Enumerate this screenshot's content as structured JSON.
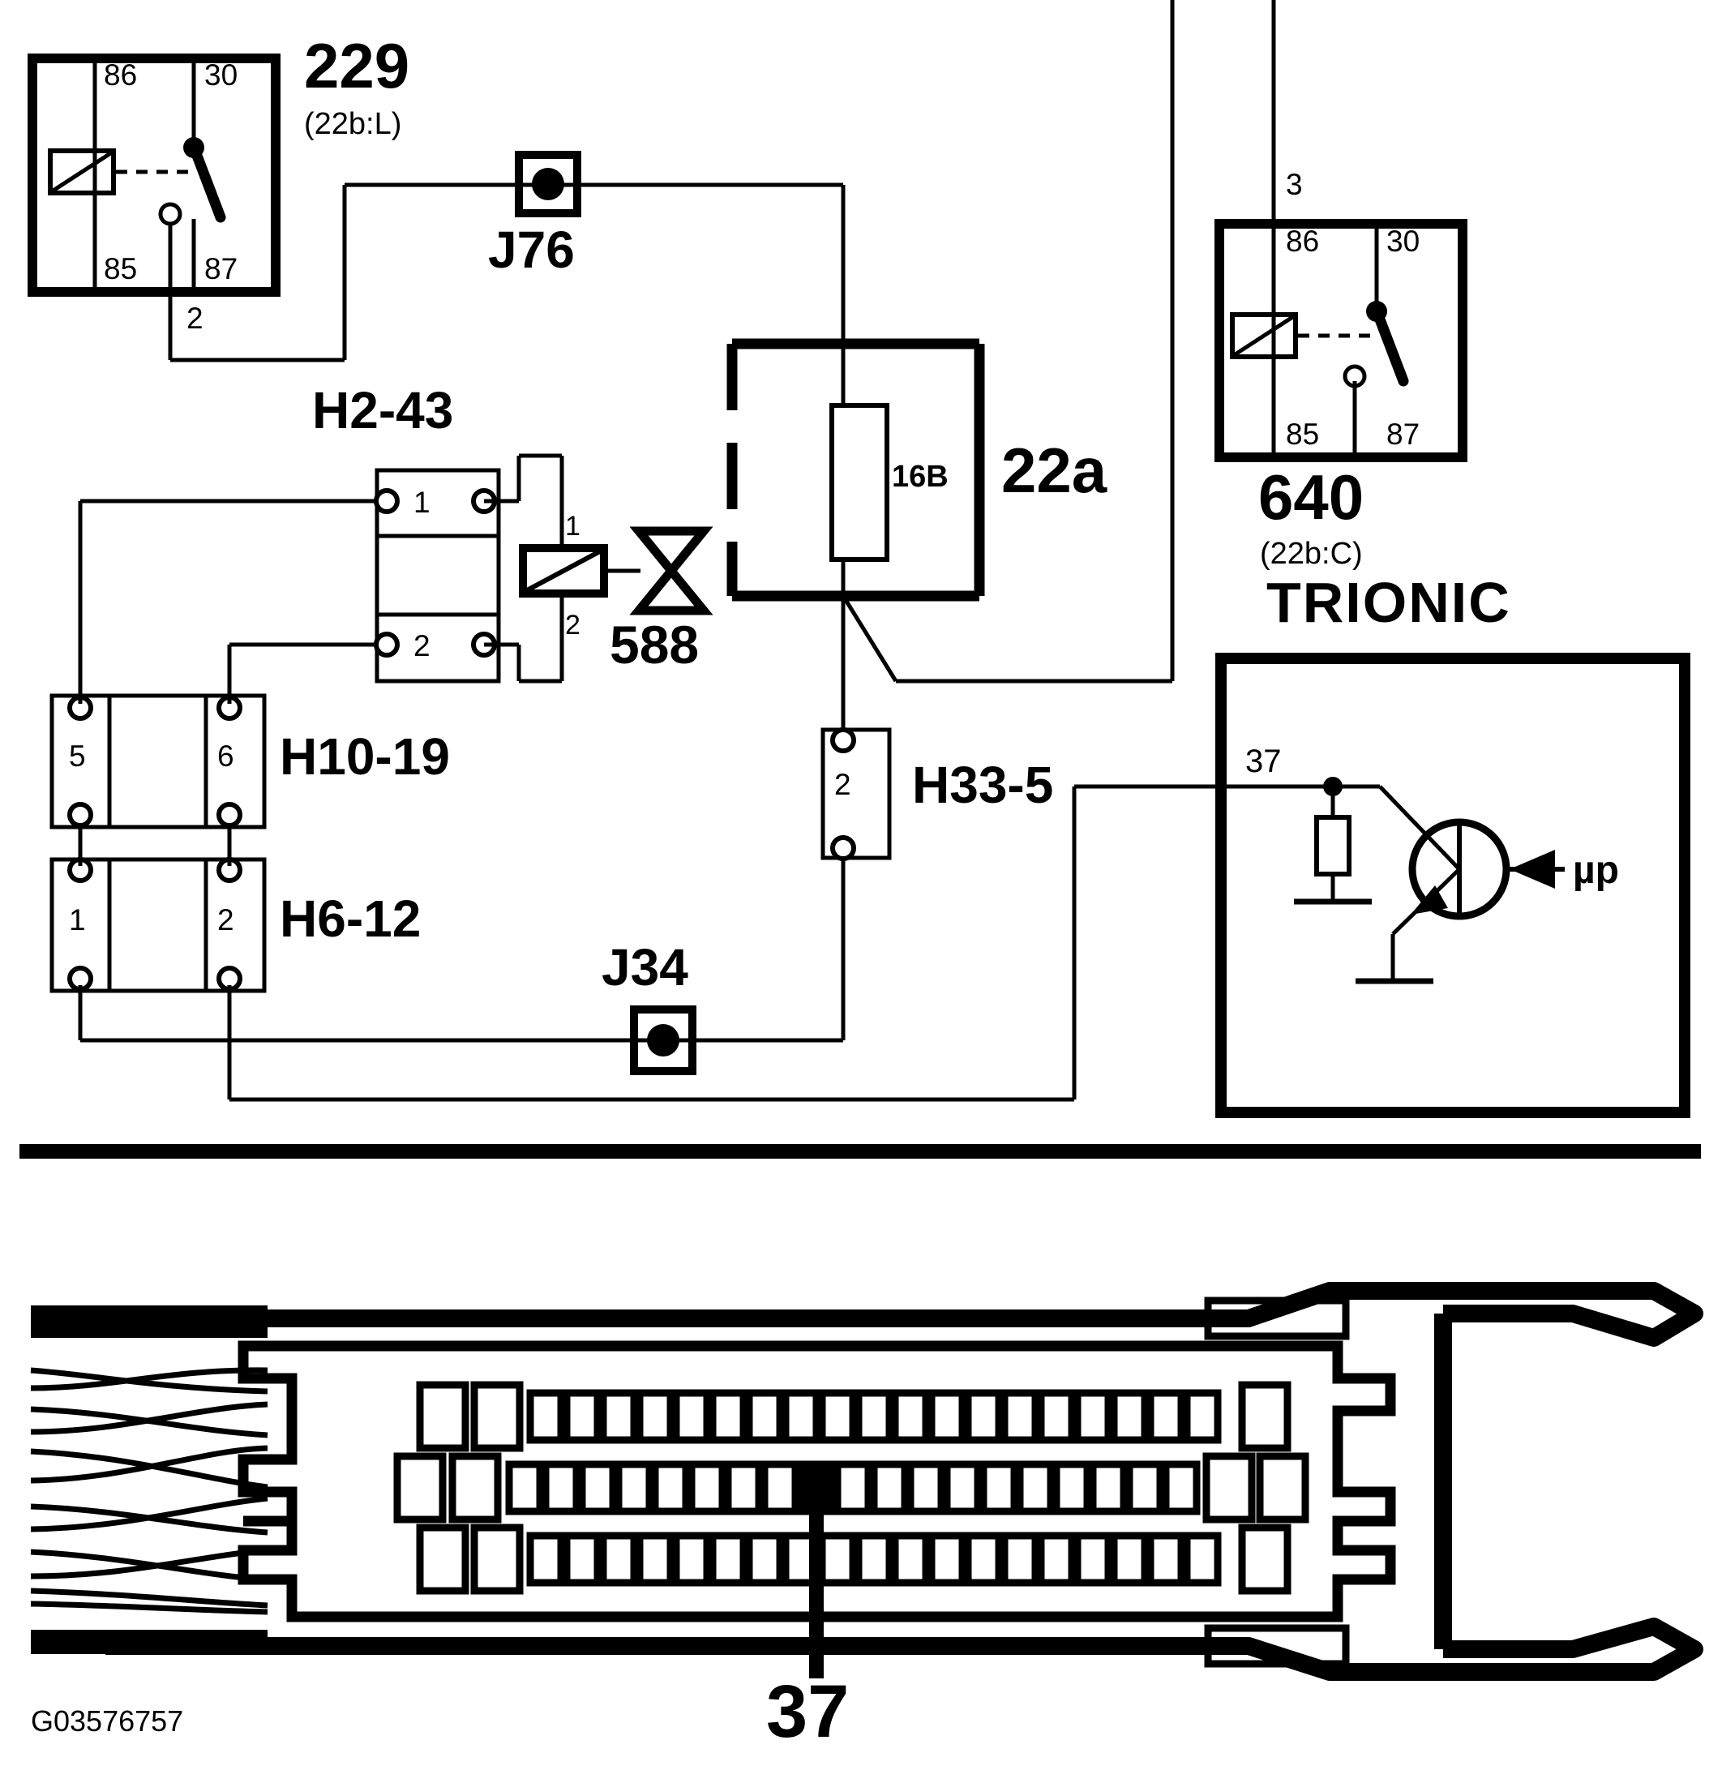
{
  "diagram": {
    "drawing_number": "G03576757",
    "title_components": [
      "229",
      "640",
      "TRIONIC",
      "22a"
    ],
    "relay_229": {
      "label": "229",
      "sublabel": "(22b:L)",
      "terminals": {
        "coil_in": "86",
        "common": "30",
        "coil_gnd": "85",
        "no_contact": "87"
      },
      "wire_label": "2"
    },
    "relay_640": {
      "label": "640",
      "sublabel": "(22b:C)",
      "terminals": {
        "coil_in": "86",
        "common": "30",
        "coil_gnd": "85",
        "no_contact": "87"
      },
      "wire_label": "3"
    },
    "fusebox_22a": {
      "label": "22a",
      "fuse_label": "16B"
    },
    "splice_j76": {
      "label": "J76"
    },
    "splice_j34": {
      "label": "J34"
    },
    "connector_h2_43": {
      "label": "H2-43",
      "pins": [
        "1",
        "2"
      ]
    },
    "connector_h10_19": {
      "label": "H10-19",
      "pins": [
        "5",
        "6"
      ]
    },
    "connector_h6_12": {
      "label": "H6-12",
      "pins": [
        "1",
        "2"
      ]
    },
    "connector_h33_5": {
      "label": "H33-5",
      "pins": [
        "2"
      ]
    },
    "valve_588": {
      "label": "588",
      "terminals": [
        "1",
        "2"
      ]
    },
    "trionic": {
      "label": "TRIONIC",
      "pin": "37",
      "microprocessor_label": "µp"
    },
    "connector_view": {
      "callout_pin": "37",
      "pin_rows": 3,
      "highlighted_pin_index": 24
    }
  },
  "colors": {
    "ink": "#000000",
    "paper": "#ffffff"
  }
}
